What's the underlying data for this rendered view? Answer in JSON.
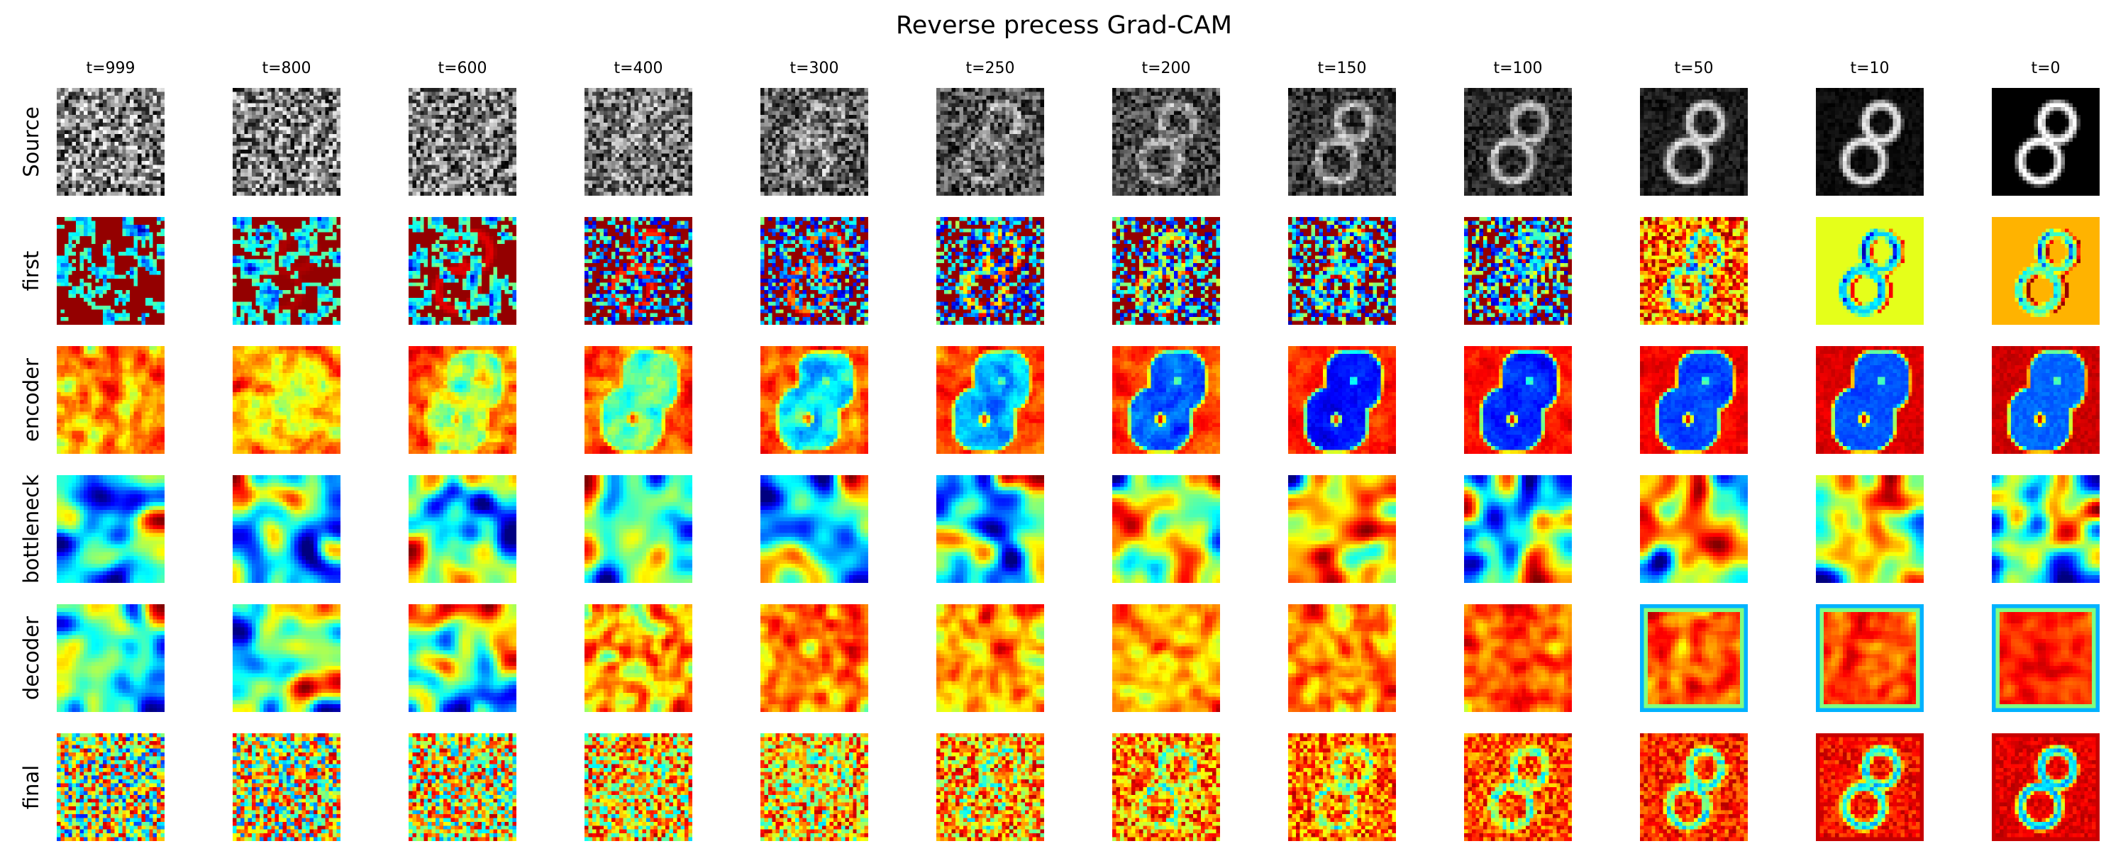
{
  "chart_data": {
    "type": "heatmap",
    "title": "Reverse precess Grad-CAM",
    "columns": [
      "t=999",
      "t=800",
      "t=600",
      "t=400",
      "t=300",
      "t=250",
      "t=200",
      "t=150",
      "t=100",
      "t=50",
      "t=10",
      "t=0"
    ],
    "rows": [
      "Source",
      "first",
      "encoder",
      "bottleneck",
      "decoder",
      "final"
    ],
    "source_colormap": "gray",
    "cam_colormap": "jet",
    "grid_size": 28,
    "axes": "off"
  }
}
